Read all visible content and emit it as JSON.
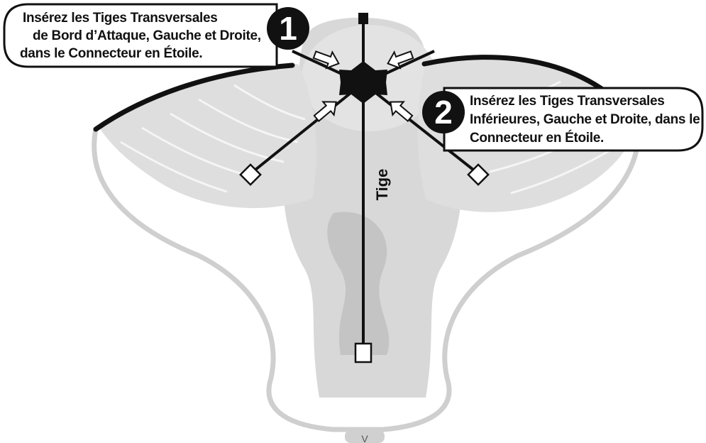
{
  "callouts": [
    {
      "step": "1",
      "lines": [
        "Insérez les Tiges Transversales",
        "de Bord d’Attaque, Gauche et Droite,",
        "dans le Connecteur en Étoile."
      ]
    },
    {
      "step": "2",
      "lines": [
        "Insérez les Tiges Transversales",
        "Inférieures, Gauche et Droite, dans le",
        "Connecteur en Étoile."
      ]
    }
  ],
  "spine_label": "Tige",
  "bottom_mark": "V",
  "colors": {
    "ink": "#111111",
    "kite_fill": "#d9d9d9",
    "kite_fill_light": "#ececec",
    "outline_gray": "#c8c8c8",
    "badge": "#111111"
  },
  "icons": {
    "star_connector": "star-connector-icon",
    "insert_arrow": "insert-arrow-icon",
    "rod_end_cap": "rod-end-cap-icon"
  }
}
